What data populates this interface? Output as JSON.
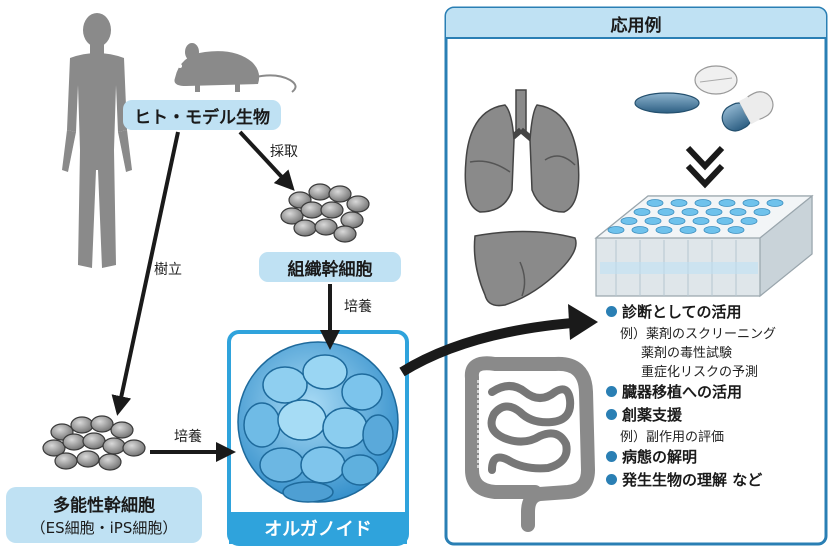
{
  "nodes": {
    "source": "ヒト・モデル生物",
    "tissue_stem": "組織幹細胞",
    "pluripotent_stem": "多能性幹細胞",
    "pluripotent_note": "（ES細胞・iPS細胞）",
    "organoid": "オルガノイド"
  },
  "edges": {
    "collect": "採取",
    "establish": "樹立",
    "culture_from_tissue": "培養",
    "culture_from_pluripotent": "培養"
  },
  "applications": {
    "title": "応用例",
    "items": [
      {
        "label": "診断としての活用",
        "subs": [
          "例）薬剤のスクリーニング",
          "薬剤の毒性試験",
          "重症化リスクの予測"
        ]
      },
      {
        "label": "臓器移植への活用",
        "subs": []
      },
      {
        "label": "創薬支援",
        "subs": [
          "例）副作用の評価"
        ]
      },
      {
        "label": "病態の解明",
        "subs": []
      },
      {
        "label": "発生生物の理解 など",
        "subs": []
      }
    ]
  },
  "colors": {
    "label_box": "#bfe1f3",
    "panel_border": "#2a7fb4",
    "panel_header": "#bfe1f3",
    "organoid": "#3f9fd6",
    "bullet": "#2a7fb4",
    "arrow": "#1a1a1a",
    "organ_gray": "#8a8a8a"
  },
  "icons": [
    "human-silhouette",
    "mouse-silhouette",
    "cell-cluster",
    "lungs",
    "liver",
    "intestine",
    "pills-capsule",
    "well-plate",
    "double-chevron-down"
  ]
}
